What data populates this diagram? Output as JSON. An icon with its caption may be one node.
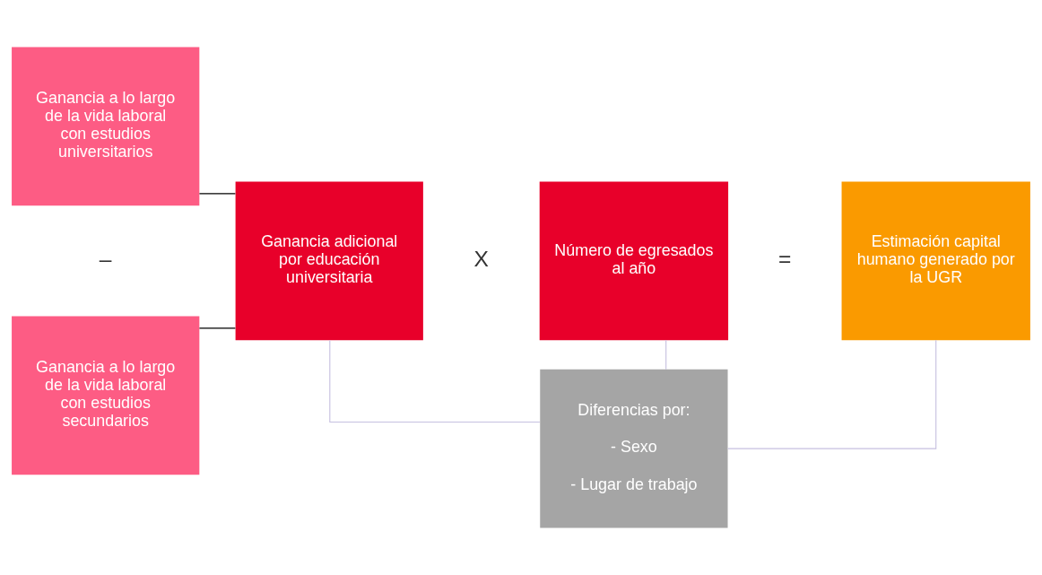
{
  "diagram": {
    "nodes": [
      {
        "text": [
          "Ganancia a lo largo de la vida laboral con estudios universitarios"
        ]
      },
      {
        "text": [
          "Ganancia a lo largo de la vida laboral con estudios secundarios"
        ]
      },
      {
        "text": [
          "Ganancia adicional por educación universitaria"
        ]
      },
      {
        "text": [
          "Número de egresados al año"
        ]
      },
      {
        "text": [
          "Estimación capital humano generado por la UGR"
        ]
      },
      {
        "text": [
          "Diferencias por:",
          "- Sexo",
          "- Lugar de trabajo"
        ]
      }
    ],
    "edges": [
      {
        "from": 0,
        "to": 2,
        "arrow": "none",
        "color": "#000000"
      },
      {
        "from": 1,
        "to": 2,
        "arrow": "none",
        "color": "#000000"
      },
      {
        "from": 2,
        "to": 5,
        "arrow": "none",
        "color": "#c6c0e0"
      },
      {
        "from": 3,
        "to": 5,
        "arrow": "none",
        "color": "#c6c0e0"
      },
      {
        "from": 4,
        "to": 5,
        "arrow": "none",
        "color": "#c6c0e0"
      }
    ],
    "labels": [
      "–",
      "X",
      "="
    ]
  }
}
